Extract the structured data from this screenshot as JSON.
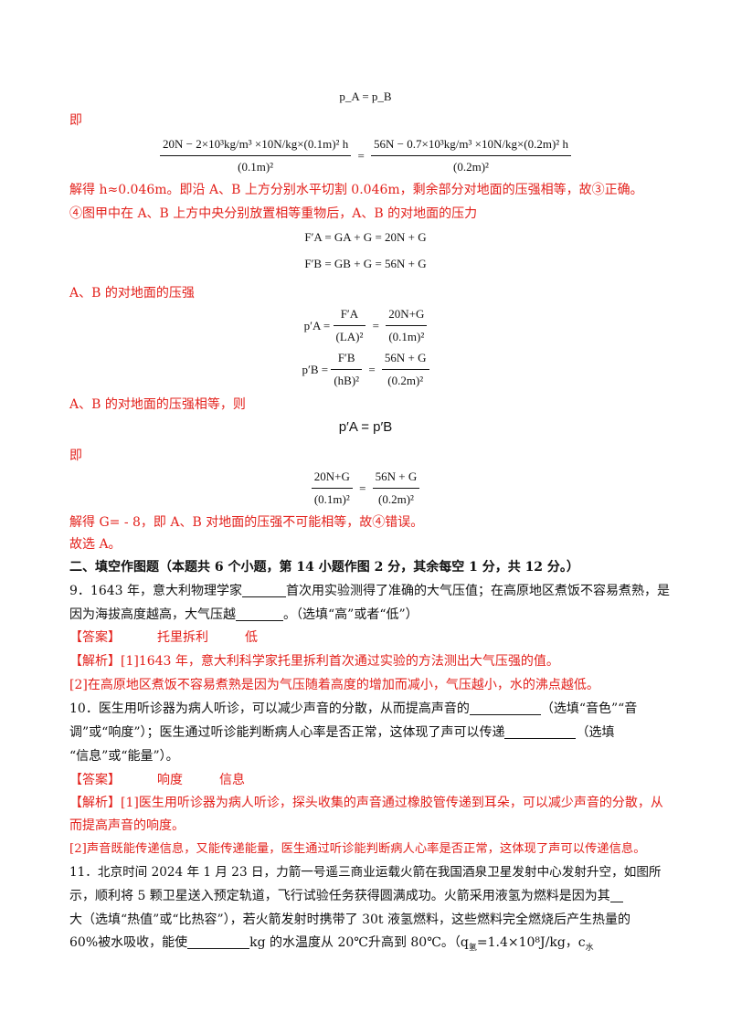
{
  "lines": {
    "l1": "p_A = p_B",
    "l2_ji": "即",
    "l3_num_left": "20N − 2×10³kg/m³ ×10N/kg×(0.1m)² h",
    "l3_den_left": "(0.1m)²",
    "l3_num_right": "56N − 0.7×10³kg/m³ ×10N/kg×(0.2m)² h",
    "l3_den_right": "(0.2m)²",
    "l4": "解得 h≈0.046m。即沿 A、B 上方分别水平切割 0.046m，剩余部分对地面的压强相等，故③正确。",
    "l5": "④图甲中在 A、B 上方中央分别放置相等重物后，A、B 的对地面的压力",
    "l6": "F′A = GA + G = 20N + G",
    "l7": "F′B = GB + G = 56N + G",
    "l8": "A、B 的对地面的压强",
    "l9_lhs": "p′A =",
    "l9_f1_num": "F′A",
    "l9_f1_den": "(LA)²",
    "l9_f2_num": "20N+G",
    "l9_f2_den": "(0.1m)²",
    "l10_lhs": "p′B =",
    "l10_f1_num": "F′B",
    "l10_f1_den": "(hB)²",
    "l10_f2_num": "56N + G",
    "l10_f2_den": "(0.2m)²",
    "l11": "A、B 的对地面的压强相等，则",
    "l12": "p′A  =  p′B",
    "l13_ji": "即",
    "l14_f1_num": "20N+G",
    "l14_f1_den": "(0.1m)²",
    "l14_f2_num": "56N + G",
    "l14_f2_den": "(0.2m)²",
    "l15": "解得 G= - 8，即 A、B 对地面的压强不可能相等，故④错误。",
    "l16": "故选 A。",
    "section2": "二、填空作图题（本题共 6 个小题，第 14 小题作图 2 分，其余每空 1 分，共 12 分。）",
    "q9_a": "9．1643 年，意大利物理学家",
    "q9_b": "首次用实验测得了准确的大气压值；在高原地区煮饭不容易煮熟，是",
    "q9_c": "因为海拔高度越高，大气压越",
    "q9_d": "。（选填“高”或者“低”）",
    "q9_ans_tag": "【答案】",
    "q9_ans_1": "托里拆利",
    "q9_ans_2": "低",
    "q9_exp_tag": "【解析】",
    "q9_exp_1": "[1]1643 年，意大利科学家托里拆利首次通过实验的方法测出大气压强的值。",
    "q9_exp_2": "[2]在高原地区煮饭不容易煮熟是因为气压随着高度的增加而减小，气压越小，水的沸点越低。",
    "q10_a": "10．医生用听诊器为病人听诊，可以减少声音的分散，从而提高声音的",
    "q10_b": "（选填“音色”“音",
    "q10_c": "调”或“响度”）；医生通过听诊能判断病人心率是否正常，这体现了声可以传递",
    "q10_d": "（选填",
    "q10_e": "“信息”或“能量”）。",
    "q10_ans_tag": "【答案】",
    "q10_ans_1": "响度",
    "q10_ans_2": "信息",
    "q10_exp_tag": "【解析】",
    "q10_exp_1": "[1]医生用听诊器为病人听诊，探头收集的声音通过橡胶管传递到耳朵，可以减少声音的分散，从",
    "q10_exp_2": "而提高声音的响度。",
    "q10_exp_3": "[2]声音既能传递信息，又能传递能量，医生通过听诊能判断病人心率是否正常，这体现了声可以传递信息。",
    "q11_a": "11．北京时间 2024 年 1 月 23 日，力箭一号遥三商业运载火箭在我国酒泉卫星发射中心发射升空，如图所",
    "q11_b": "示，顺利将 5 颗卫星送入预定轨道，飞行试验任务获得圆满成功。火箭采用液氢为燃料是因为其",
    "q11_c": "大（选填“热值”或“比热容”），若火箭发射时携带了 30t 液氢燃料，这些燃料完全燃烧后产生热量的",
    "q11_d": "60%被水吸收，能使",
    "q11_e": "kg 的水温度从 20℃升高到 80℃。（q",
    "q11_f": "氢",
    "q11_g": "=1.4×10⁸J/kg，c",
    "q11_h": "水"
  },
  "colors": {
    "red": "#e3201b",
    "text": "#111111"
  }
}
